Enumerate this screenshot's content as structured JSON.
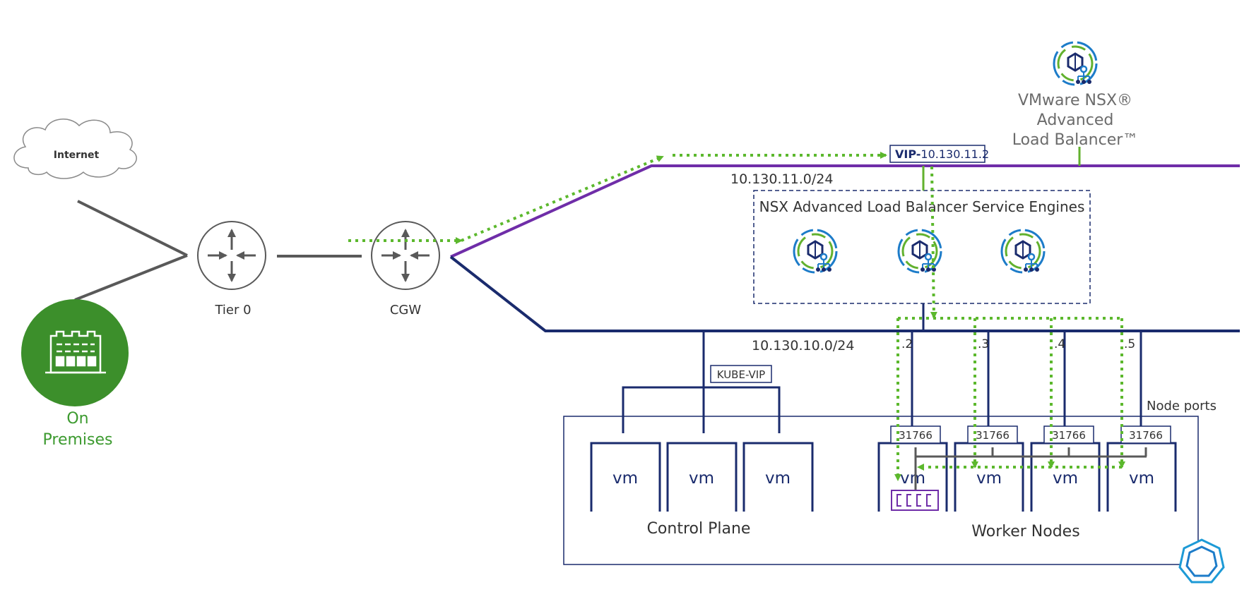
{
  "colors": {
    "navy": "#1a2b6d",
    "purple": "#6f2da8",
    "green_flow": "#5cb82d",
    "onprem_green": "#3c8f2b",
    "gray": "#595959",
    "nsx_blue": "#1d7cc9",
    "nsx_green": "#62b12e",
    "tanzu_blue": "#1d9ad6"
  },
  "internet": {
    "label": "Internet"
  },
  "on_premises": {
    "label_line1": "On",
    "label_line2": "Premises"
  },
  "tier0": {
    "label": "Tier 0"
  },
  "cgw": {
    "label": "CGW"
  },
  "nsx_alb": {
    "line1": "VMware NSX®",
    "line2": "Advanced",
    "line3": "Load Balancer™"
  },
  "vip": {
    "prefix": "VIP-",
    "address": "10.130.11.2"
  },
  "subnet_vip": "10.130.11.0/24",
  "subnet_nodes": "10.130.10.0/24",
  "service_engines": {
    "title": "NSX Advanced Load Balancer Service Engines"
  },
  "kube_vip": "KUBE-VIP",
  "node_ports_label": "Node ports",
  "node_suffixes": [
    ".2",
    ".3",
    ".4",
    ".5"
  ],
  "node_port_values": [
    "31766",
    "31766",
    "31766",
    "31766"
  ],
  "vm_label": "vm",
  "control_plane": {
    "label": "Control Plane"
  },
  "worker_nodes": {
    "label": "Worker Nodes"
  },
  "icons": [
    "cloud-icon",
    "building-icon",
    "router-icon",
    "nsx-alb-icon",
    "service-engine-icon",
    "pod-icon",
    "tanzu-icon"
  ]
}
